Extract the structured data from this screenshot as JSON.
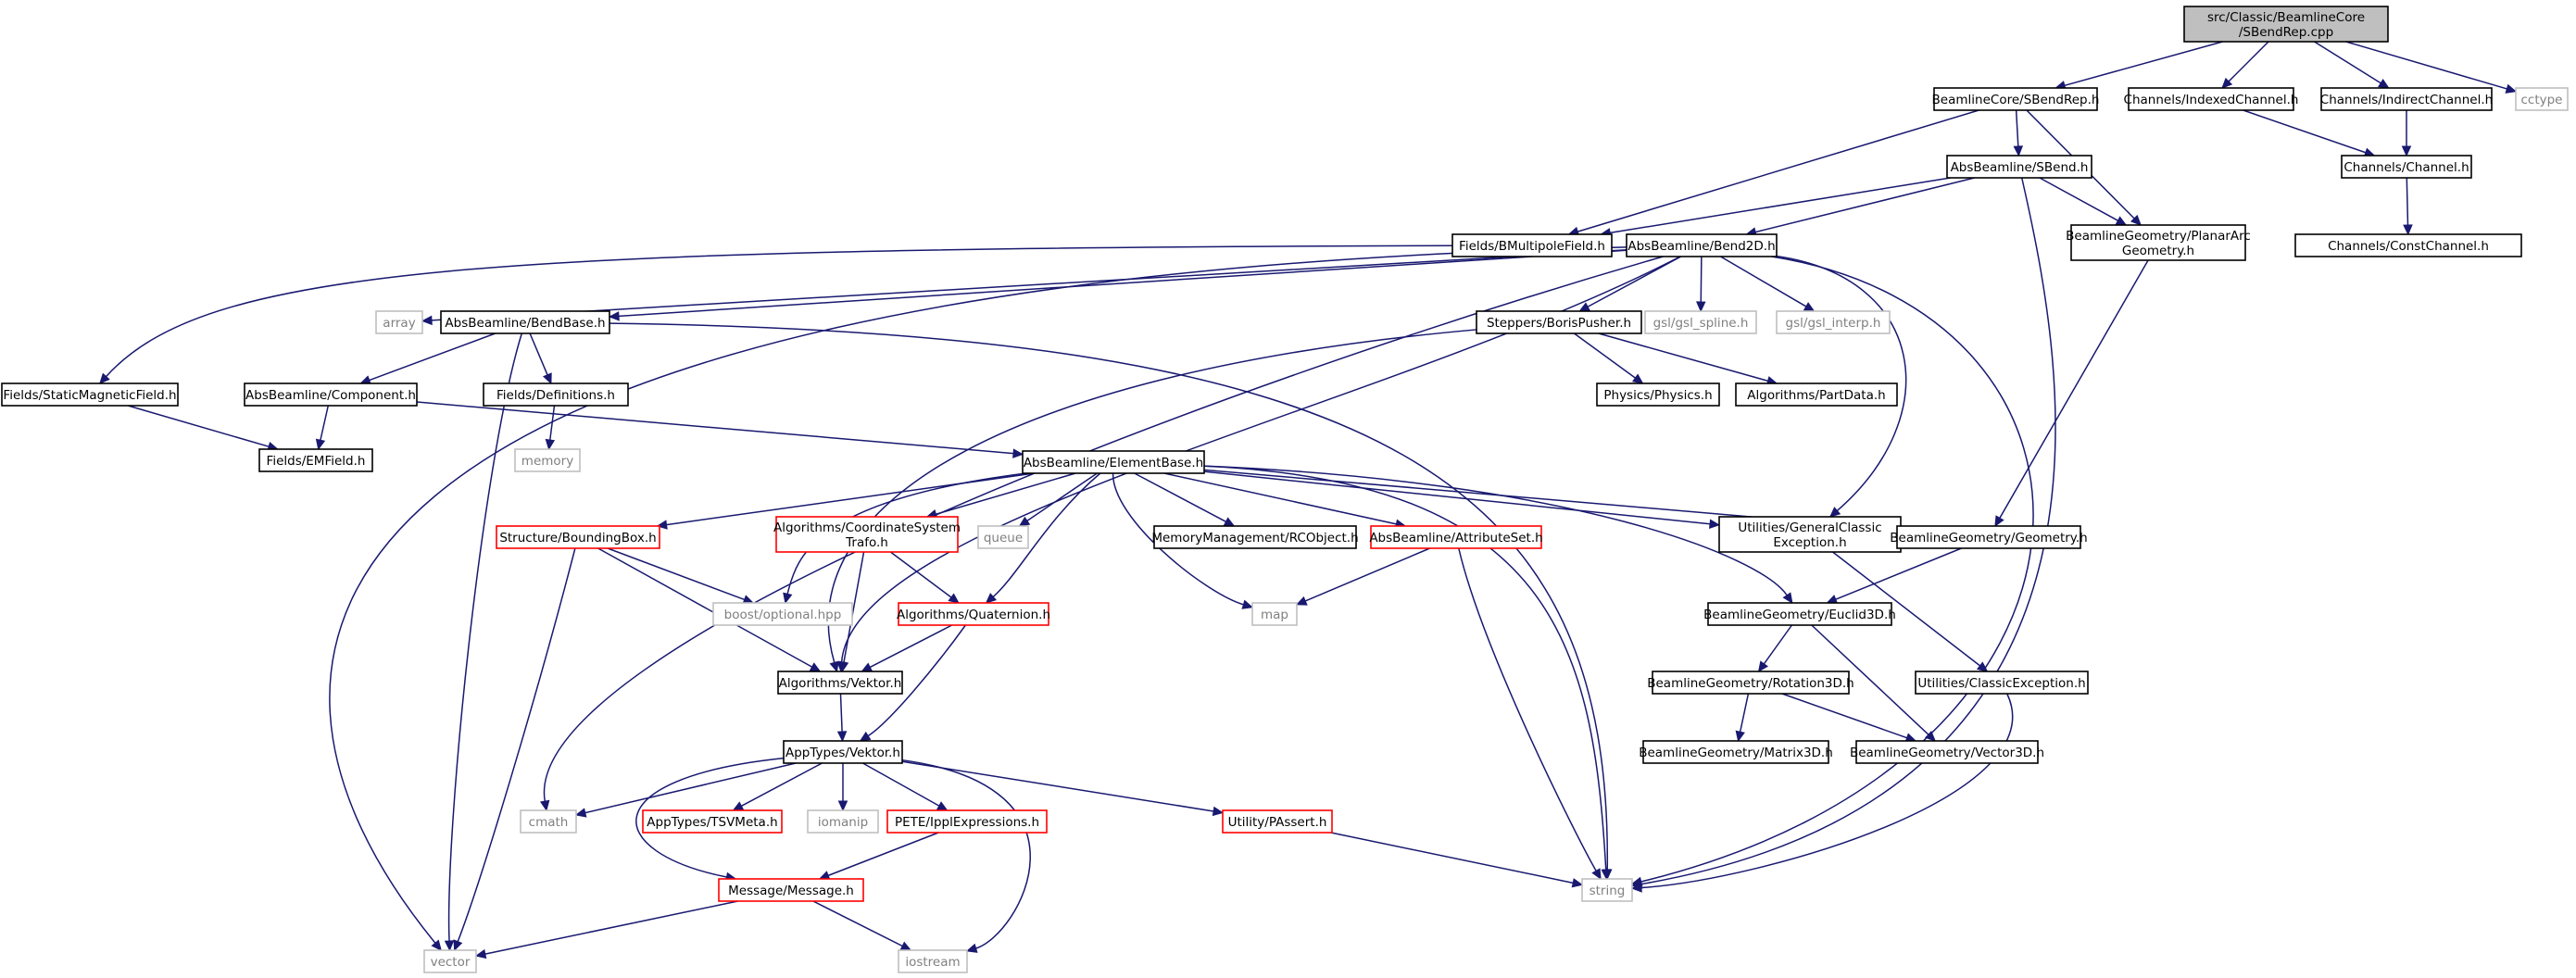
{
  "colors": {
    "normal_border": "#000000",
    "red_border": "#ff0000",
    "external_border": "#bfbfbf",
    "root_fill": "#bfbfbf",
    "edge": "#191970",
    "external_text": "#808080"
  },
  "nodes": {
    "root": {
      "lines": [
        "src/Classic/BeamlineCore",
        "/SBendRep.cpp"
      ],
      "style": "root"
    },
    "sbendrep_h": {
      "lines": [
        "BeamlineCore/SBendRep.h"
      ],
      "style": "normal"
    },
    "indexedchannel": {
      "lines": [
        "Channels/IndexedChannel.h"
      ],
      "style": "normal"
    },
    "indirectchannel": {
      "lines": [
        "Channels/IndirectChannel.h"
      ],
      "style": "normal"
    },
    "cctype": {
      "lines": [
        "cctype"
      ],
      "style": "external"
    },
    "sbend_h": {
      "lines": [
        "AbsBeamline/SBend.h"
      ],
      "style": "normal"
    },
    "channel_h": {
      "lines": [
        "Channels/Channel.h"
      ],
      "style": "normal"
    },
    "bmultipole": {
      "lines": [
        "Fields/BMultipoleField.h"
      ],
      "style": "normal"
    },
    "bend2d": {
      "lines": [
        "AbsBeamline/Bend2D.h"
      ],
      "style": "normal"
    },
    "planararc": {
      "lines": [
        "BeamlineGeometry/PlanarArc",
        "Geometry.h"
      ],
      "style": "normal"
    },
    "constchannel": {
      "lines": [
        "Channels/ConstChannel.h"
      ],
      "style": "normal"
    },
    "array": {
      "lines": [
        "array"
      ],
      "style": "external"
    },
    "bendbase": {
      "lines": [
        "AbsBeamline/BendBase.h"
      ],
      "style": "normal"
    },
    "borispusher": {
      "lines": [
        "Steppers/BorisPusher.h"
      ],
      "style": "normal"
    },
    "gsl_spline": {
      "lines": [
        "gsl/gsl_spline.h"
      ],
      "style": "external"
    },
    "gsl_interp": {
      "lines": [
        "gsl/gsl_interp.h"
      ],
      "style": "external"
    },
    "staticmagnetic": {
      "lines": [
        "Fields/StaticMagneticField.h"
      ],
      "style": "normal"
    },
    "component": {
      "lines": [
        "AbsBeamline/Component.h"
      ],
      "style": "normal"
    },
    "definitions": {
      "lines": [
        "Fields/Definitions.h"
      ],
      "style": "normal"
    },
    "physics": {
      "lines": [
        "Physics/Physics.h"
      ],
      "style": "normal"
    },
    "partdata": {
      "lines": [
        "Algorithms/PartData.h"
      ],
      "style": "normal"
    },
    "emfield": {
      "lines": [
        "Fields/EMField.h"
      ],
      "style": "normal"
    },
    "memory": {
      "lines": [
        "memory"
      ],
      "style": "external"
    },
    "elementbase": {
      "lines": [
        "AbsBeamline/ElementBase.h"
      ],
      "style": "normal"
    },
    "boundingbox": {
      "lines": [
        "Structure/BoundingBox.h"
      ],
      "style": "red"
    },
    "coordsys": {
      "lines": [
        "Algorithms/CoordinateSystem",
        "Trafo.h"
      ],
      "style": "red"
    },
    "queue": {
      "lines": [
        "queue"
      ],
      "style": "external"
    },
    "rcobject": {
      "lines": [
        "MemoryManagement/RCObject.h"
      ],
      "style": "normal"
    },
    "attributeset": {
      "lines": [
        "AbsBeamline/AttributeSet.h"
      ],
      "style": "red"
    },
    "generalclassic": {
      "lines": [
        "Utilities/GeneralClassic",
        "Exception.h"
      ],
      "style": "normal"
    },
    "geometry": {
      "lines": [
        "BeamlineGeometry/Geometry.h"
      ],
      "style": "normal"
    },
    "optional": {
      "lines": [
        "boost/optional.hpp"
      ],
      "style": "external"
    },
    "quaternion": {
      "lines": [
        "Algorithms/Quaternion.h"
      ],
      "style": "red"
    },
    "map": {
      "lines": [
        "map"
      ],
      "style": "external"
    },
    "euclid3d": {
      "lines": [
        "BeamlineGeometry/Euclid3D.h"
      ],
      "style": "normal"
    },
    "vektor_alg": {
      "lines": [
        "Algorithms/Vektor.h"
      ],
      "style": "normal"
    },
    "rotation3d": {
      "lines": [
        "BeamlineGeometry/Rotation3D.h"
      ],
      "style": "normal"
    },
    "classicexc": {
      "lines": [
        "Utilities/ClassicException.h"
      ],
      "style": "normal"
    },
    "apptypes_vektor": {
      "lines": [
        "AppTypes/Vektor.h"
      ],
      "style": "normal"
    },
    "matrix3d": {
      "lines": [
        "BeamlineGeometry/Matrix3D.h"
      ],
      "style": "normal"
    },
    "vector3d": {
      "lines": [
        "BeamlineGeometry/Vector3D.h"
      ],
      "style": "normal"
    },
    "cmath": {
      "lines": [
        "cmath"
      ],
      "style": "external"
    },
    "tsvmeta": {
      "lines": [
        "AppTypes/TSVMeta.h"
      ],
      "style": "red"
    },
    "iomanip": {
      "lines": [
        "iomanip"
      ],
      "style": "external"
    },
    "ipplexpr": {
      "lines": [
        "PETE/IpplExpressions.h"
      ],
      "style": "red"
    },
    "passert": {
      "lines": [
        "Utility/PAssert.h"
      ],
      "style": "red"
    },
    "message": {
      "lines": [
        "Message/Message.h"
      ],
      "style": "red"
    },
    "string": {
      "lines": [
        "string"
      ],
      "style": "external"
    },
    "vector": {
      "lines": [
        "vector"
      ],
      "style": "external"
    },
    "iostream": {
      "lines": [
        "iostream"
      ],
      "style": "external"
    }
  }
}
